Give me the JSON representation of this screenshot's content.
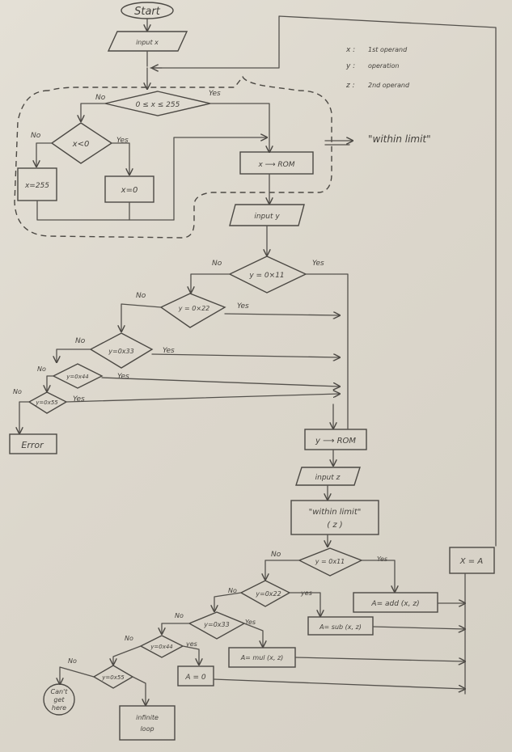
{
  "nodes": {
    "start": "Start",
    "input_x": "input x",
    "check_x_range": "0 ≤ x ≤ 255",
    "check_x_lt_0": "x<0",
    "set_x_255": "x=255",
    "set_x_0": "x=0",
    "store_x": "x ⟶ ROM",
    "within_limit_note": "\"within limit\"",
    "input_y": "input y",
    "y_0x11": "y = 0×11",
    "y_0x22": "y = 0×22",
    "y_0x33": "y=0x33",
    "y_0x44": "y=0x44",
    "y_0x55": "y=0x55",
    "error": "Error",
    "store_y": "y ⟶ ROM",
    "input_z": "input z",
    "within_limit_z_1": "\"within limit\"",
    "within_limit_z_2": "( z )",
    "z_0x11": "y = 0x11",
    "z_0x22": "y=0x22",
    "z_0x33": "y=0x33",
    "z_0x44": "y=0x44",
    "z_0x55": "y=0x55",
    "a_add": "A= add (x, z)",
    "a_sub": "A= sub (x, z)",
    "a_mul": "A= mul (x, z)",
    "a_zero": "A = 0",
    "cant_get_here_1": "Can't",
    "cant_get_here_2": "get",
    "cant_get_here_3": "here",
    "infinite_loop_1": "infinite",
    "infinite_loop_2": "loop",
    "x_equals_a": "X = A"
  },
  "legend": {
    "x_key": "x :",
    "x_desc": "1st operand",
    "y_key": "y :",
    "y_desc": "operation",
    "z_key": "z :",
    "z_desc": "2nd operand"
  },
  "labels": {
    "yes": "Yes",
    "yes_lower": "yes",
    "no": "No"
  }
}
